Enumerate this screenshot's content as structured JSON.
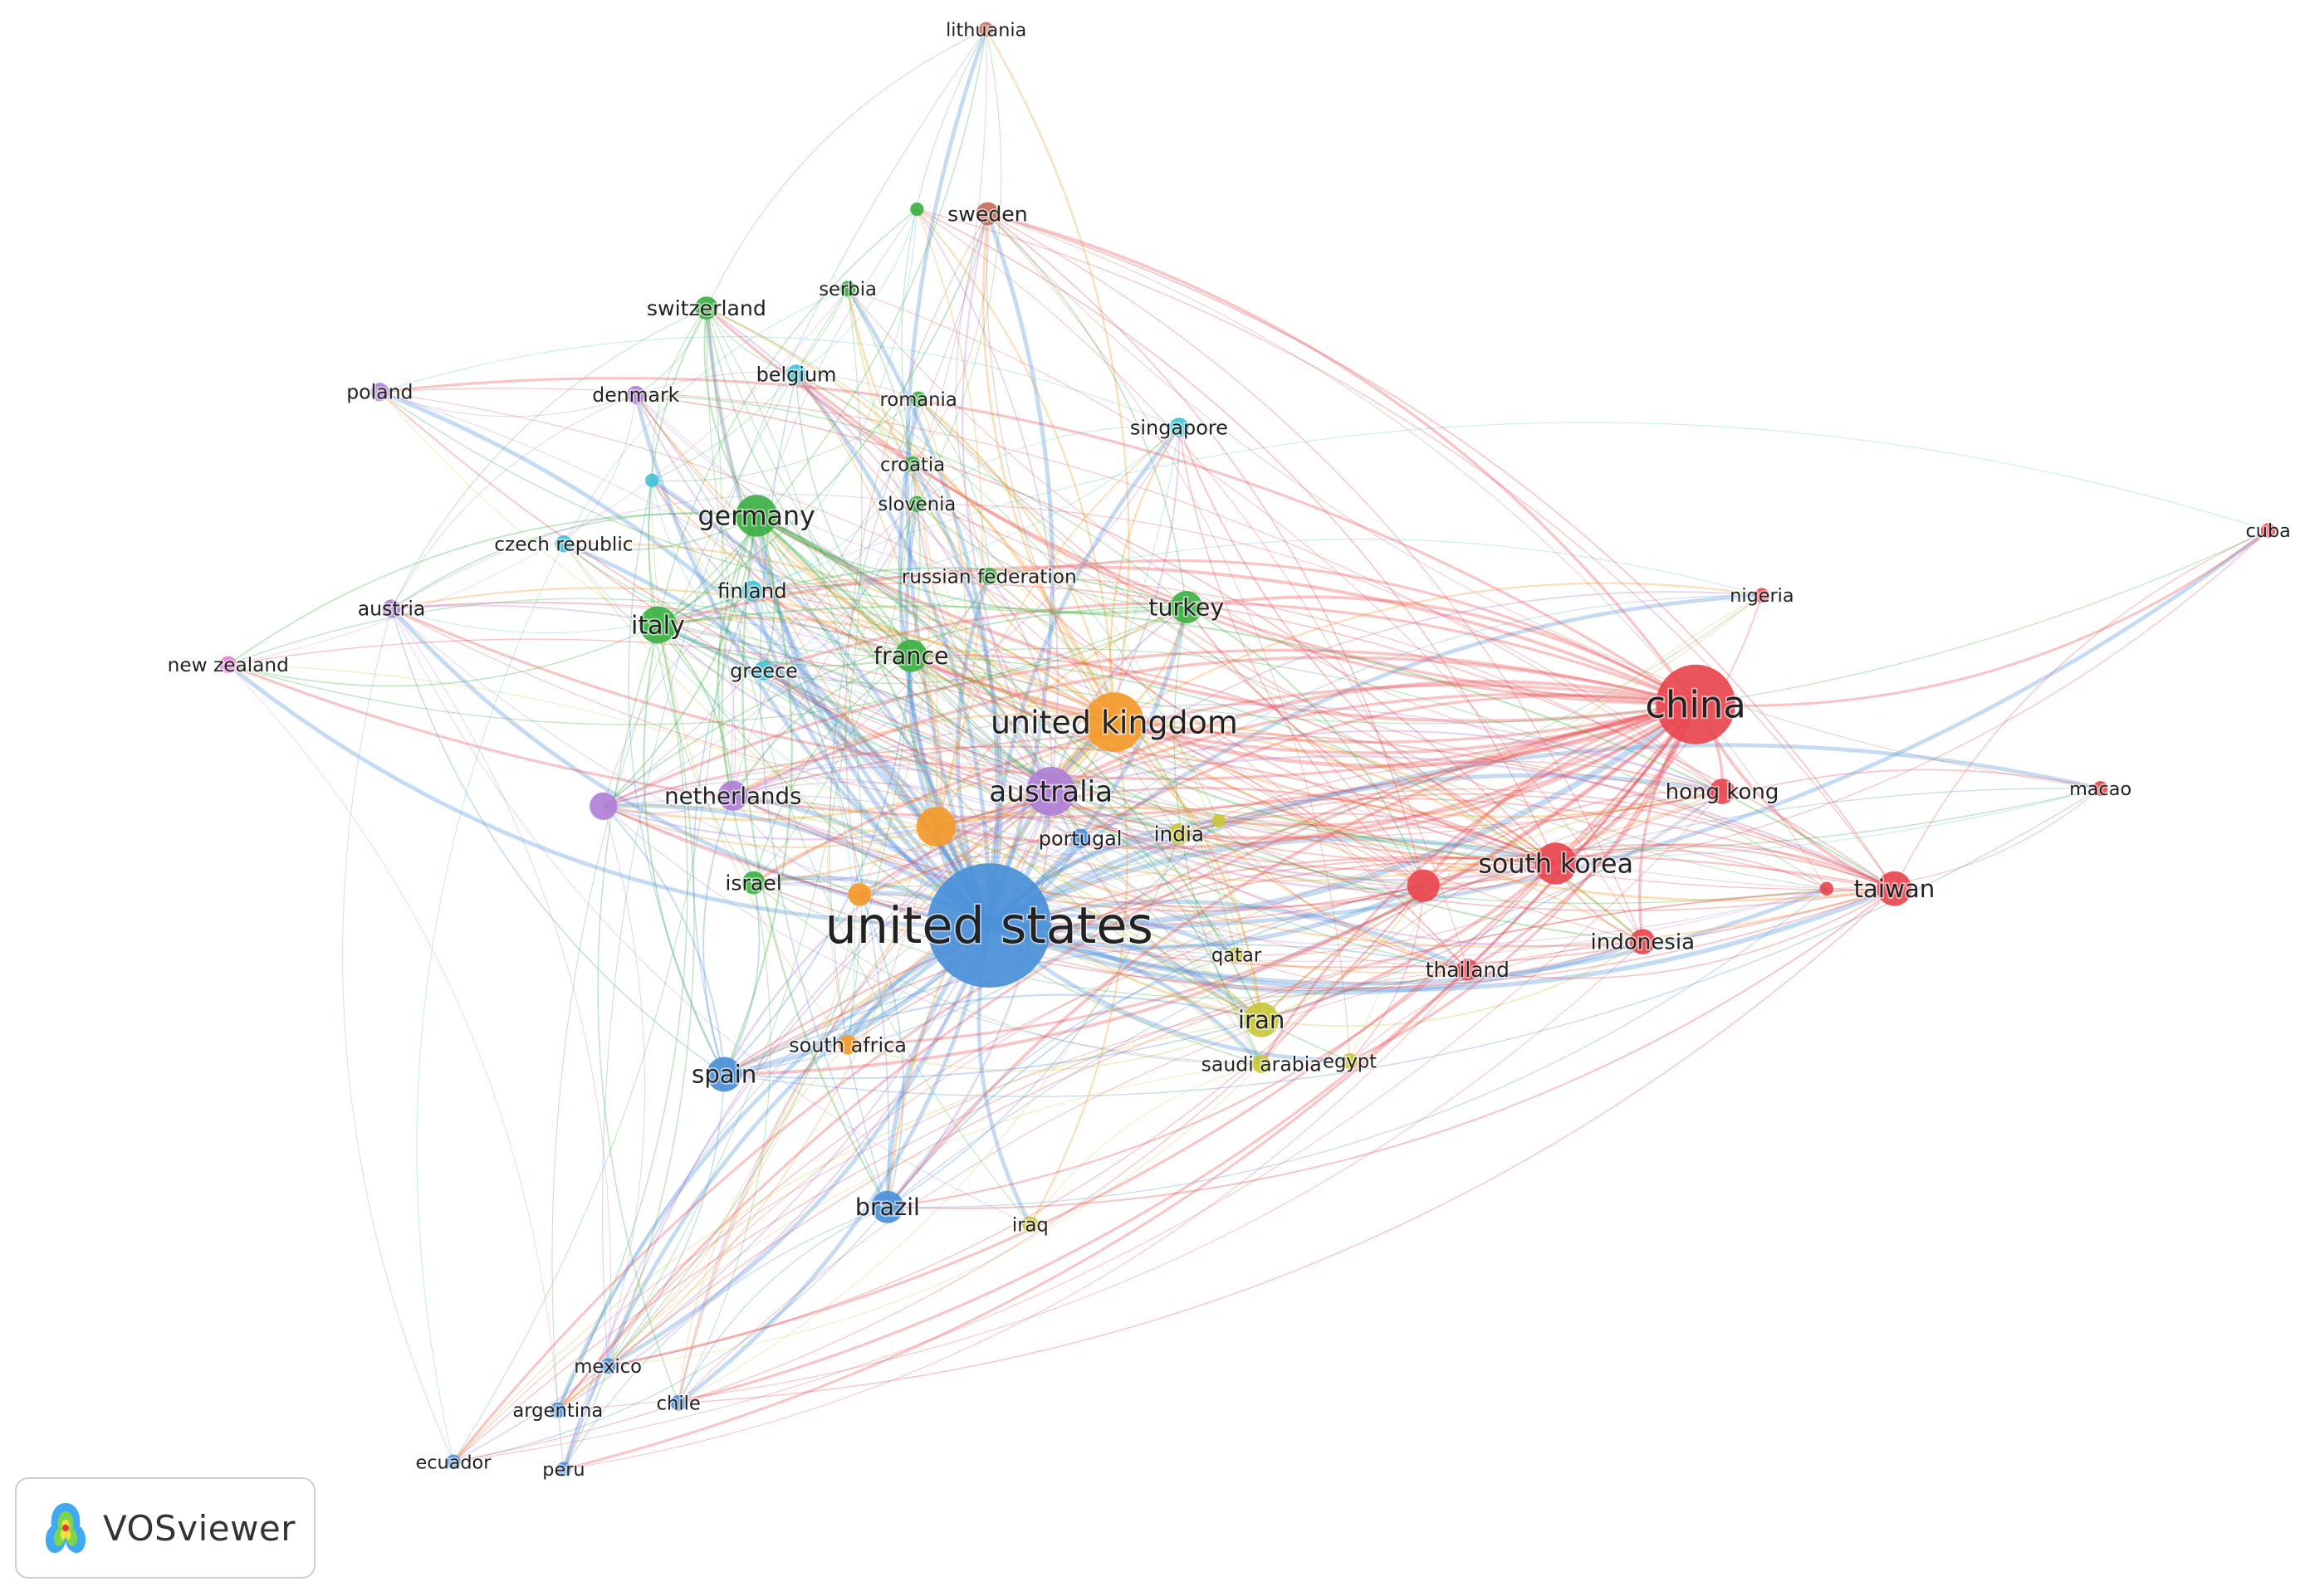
{
  "app": {
    "brand": "VOSviewer"
  },
  "colors": {
    "red": "#e8474f",
    "blue": "#4a90d9",
    "green": "#3cb043",
    "purple": "#b07fd6",
    "orange": "#f39a2a",
    "yellow": "#c8c83a",
    "cyan": "#43c3d8",
    "brown": "#c0705a",
    "pink": "#e67fd6"
  },
  "nodes": [
    {
      "id": "united_states",
      "label": "united states",
      "cluster": "blue",
      "weight": 100
    },
    {
      "id": "china",
      "label": "china",
      "cluster": "red",
      "weight": 62
    },
    {
      "id": "united_kingdom",
      "label": "united kingdom",
      "cluster": "orange",
      "weight": 45
    },
    {
      "id": "australia",
      "label": "australia",
      "cluster": "purple",
      "weight": 36
    },
    {
      "id": "germany",
      "label": "germany",
      "cluster": "green",
      "weight": 30
    },
    {
      "id": "italy",
      "label": "italy",
      "cluster": "green",
      "weight": 26
    },
    {
      "id": "south_korea",
      "label": "south korea",
      "cluster": "red",
      "weight": 30
    },
    {
      "id": "taiwan",
      "label": "taiwan",
      "cluster": "red",
      "weight": 24
    },
    {
      "id": "spain",
      "label": "spain",
      "cluster": "blue",
      "weight": 24
    },
    {
      "id": "brazil",
      "label": "brazil",
      "cluster": "blue",
      "weight": 22
    },
    {
      "id": "iran",
      "label": "iran",
      "cluster": "yellow",
      "weight": 24
    },
    {
      "id": "turkey",
      "label": "turkey",
      "cluster": "green",
      "weight": 22
    },
    {
      "id": "france",
      "label": "france",
      "cluster": "green",
      "weight": 22
    },
    {
      "id": "netherlands",
      "label": "netherlands",
      "cluster": "purple",
      "weight": 20
    },
    {
      "id": "canada",
      "label": "",
      "cluster": "orange",
      "weight": 28
    },
    {
      "id": "malaysia",
      "label": "",
      "cluster": "red",
      "weight": 22
    },
    {
      "id": "hong_kong",
      "label": "hong kong",
      "cluster": "red",
      "weight": 16
    },
    {
      "id": "indonesia",
      "label": "indonesia",
      "cluster": "red",
      "weight": 16
    },
    {
      "id": "thailand",
      "label": "thailand",
      "cluster": "red",
      "weight": 13
    },
    {
      "id": "sweden",
      "label": "sweden",
      "cluster": "brown",
      "weight": 14
    },
    {
      "id": "switzerland",
      "label": "switzerland",
      "cluster": "green",
      "weight": 14
    },
    {
      "id": "israel",
      "label": "israel",
      "cluster": "green",
      "weight": 14
    },
    {
      "id": "finland",
      "label": "finland",
      "cluster": "cyan",
      "weight": 12
    },
    {
      "id": "greece",
      "label": "greece",
      "cluster": "cyan",
      "weight": 11
    },
    {
      "id": "india",
      "label": "india",
      "cluster": "yellow",
      "weight": 13
    },
    {
      "id": "portugal",
      "label": "portugal",
      "cluster": "blue",
      "weight": 11
    },
    {
      "id": "singapore",
      "label": "singapore",
      "cluster": "cyan",
      "weight": 11
    },
    {
      "id": "belgium",
      "label": "belgium",
      "cluster": "cyan",
      "weight": 11
    },
    {
      "id": "denmark",
      "label": "denmark",
      "cluster": "purple",
      "weight": 10
    },
    {
      "id": "poland",
      "label": "poland",
      "cluster": "purple",
      "weight": 10
    },
    {
      "id": "austria",
      "label": "austria",
      "cluster": "purple",
      "weight": 10
    },
    {
      "id": "norway",
      "label": "",
      "cluster": "purple",
      "weight": 18
    },
    {
      "id": "new_zealand",
      "label": "new zealand",
      "cluster": "pink",
      "weight": 9
    },
    {
      "id": "czech_republic",
      "label": "czech republic",
      "cluster": "cyan",
      "weight": 9
    },
    {
      "id": "russian_federation",
      "label": "russian federation",
      "cluster": "green",
      "weight": 9
    },
    {
      "id": "south_africa",
      "label": "south africa",
      "cluster": "orange",
      "weight": 11
    },
    {
      "id": "saudi_arabia",
      "label": "saudi arabia",
      "cluster": "yellow",
      "weight": 10
    },
    {
      "id": "egypt",
      "label": "egypt",
      "cluster": "yellow",
      "weight": 8
    },
    {
      "id": "qatar",
      "label": "qatar",
      "cluster": "yellow",
      "weight": 8
    },
    {
      "id": "pakistan",
      "label": "",
      "cluster": "orange",
      "weight": 14
    },
    {
      "id": "romania",
      "label": "romania",
      "cluster": "green",
      "weight": 8
    },
    {
      "id": "croatia",
      "label": "croatia",
      "cluster": "green",
      "weight": 8
    },
    {
      "id": "slovenia",
      "label": "slovenia",
      "cluster": "green",
      "weight": 8
    },
    {
      "id": "serbia",
      "label": "serbia",
      "cluster": "green",
      "weight": 8
    },
    {
      "id": "lithuania",
      "label": "lithuania",
      "cluster": "brown",
      "weight": 7
    },
    {
      "id": "iraq",
      "label": "iraq",
      "cluster": "yellow",
      "weight": 8
    },
    {
      "id": "mexico",
      "label": "mexico",
      "cluster": "blue",
      "weight": 8
    },
    {
      "id": "argentina",
      "label": "argentina",
      "cluster": "blue",
      "weight": 8
    },
    {
      "id": "chile",
      "label": "chile",
      "cluster": "blue",
      "weight": 8
    },
    {
      "id": "ecuador",
      "label": "ecuador",
      "cluster": "blue",
      "weight": 7
    },
    {
      "id": "peru",
      "label": "peru",
      "cluster": "blue",
      "weight": 7
    },
    {
      "id": "nigeria",
      "label": "nigeria",
      "cluster": "red",
      "weight": 7
    },
    {
      "id": "cuba",
      "label": "cuba",
      "cluster": "red",
      "weight": 7
    },
    {
      "id": "macao",
      "label": "macao",
      "cluster": "red",
      "weight": 7
    },
    {
      "id": "hungary",
      "label": "",
      "cluster": "green",
      "weight": 6
    },
    {
      "id": "ireland",
      "label": "",
      "cluster": "cyan",
      "weight": 6
    },
    {
      "id": "japan",
      "label": "",
      "cluster": "yellow",
      "weight": 6
    },
    {
      "id": "vietnam",
      "label": "",
      "cluster": "red",
      "weight": 6
    }
  ]
}
